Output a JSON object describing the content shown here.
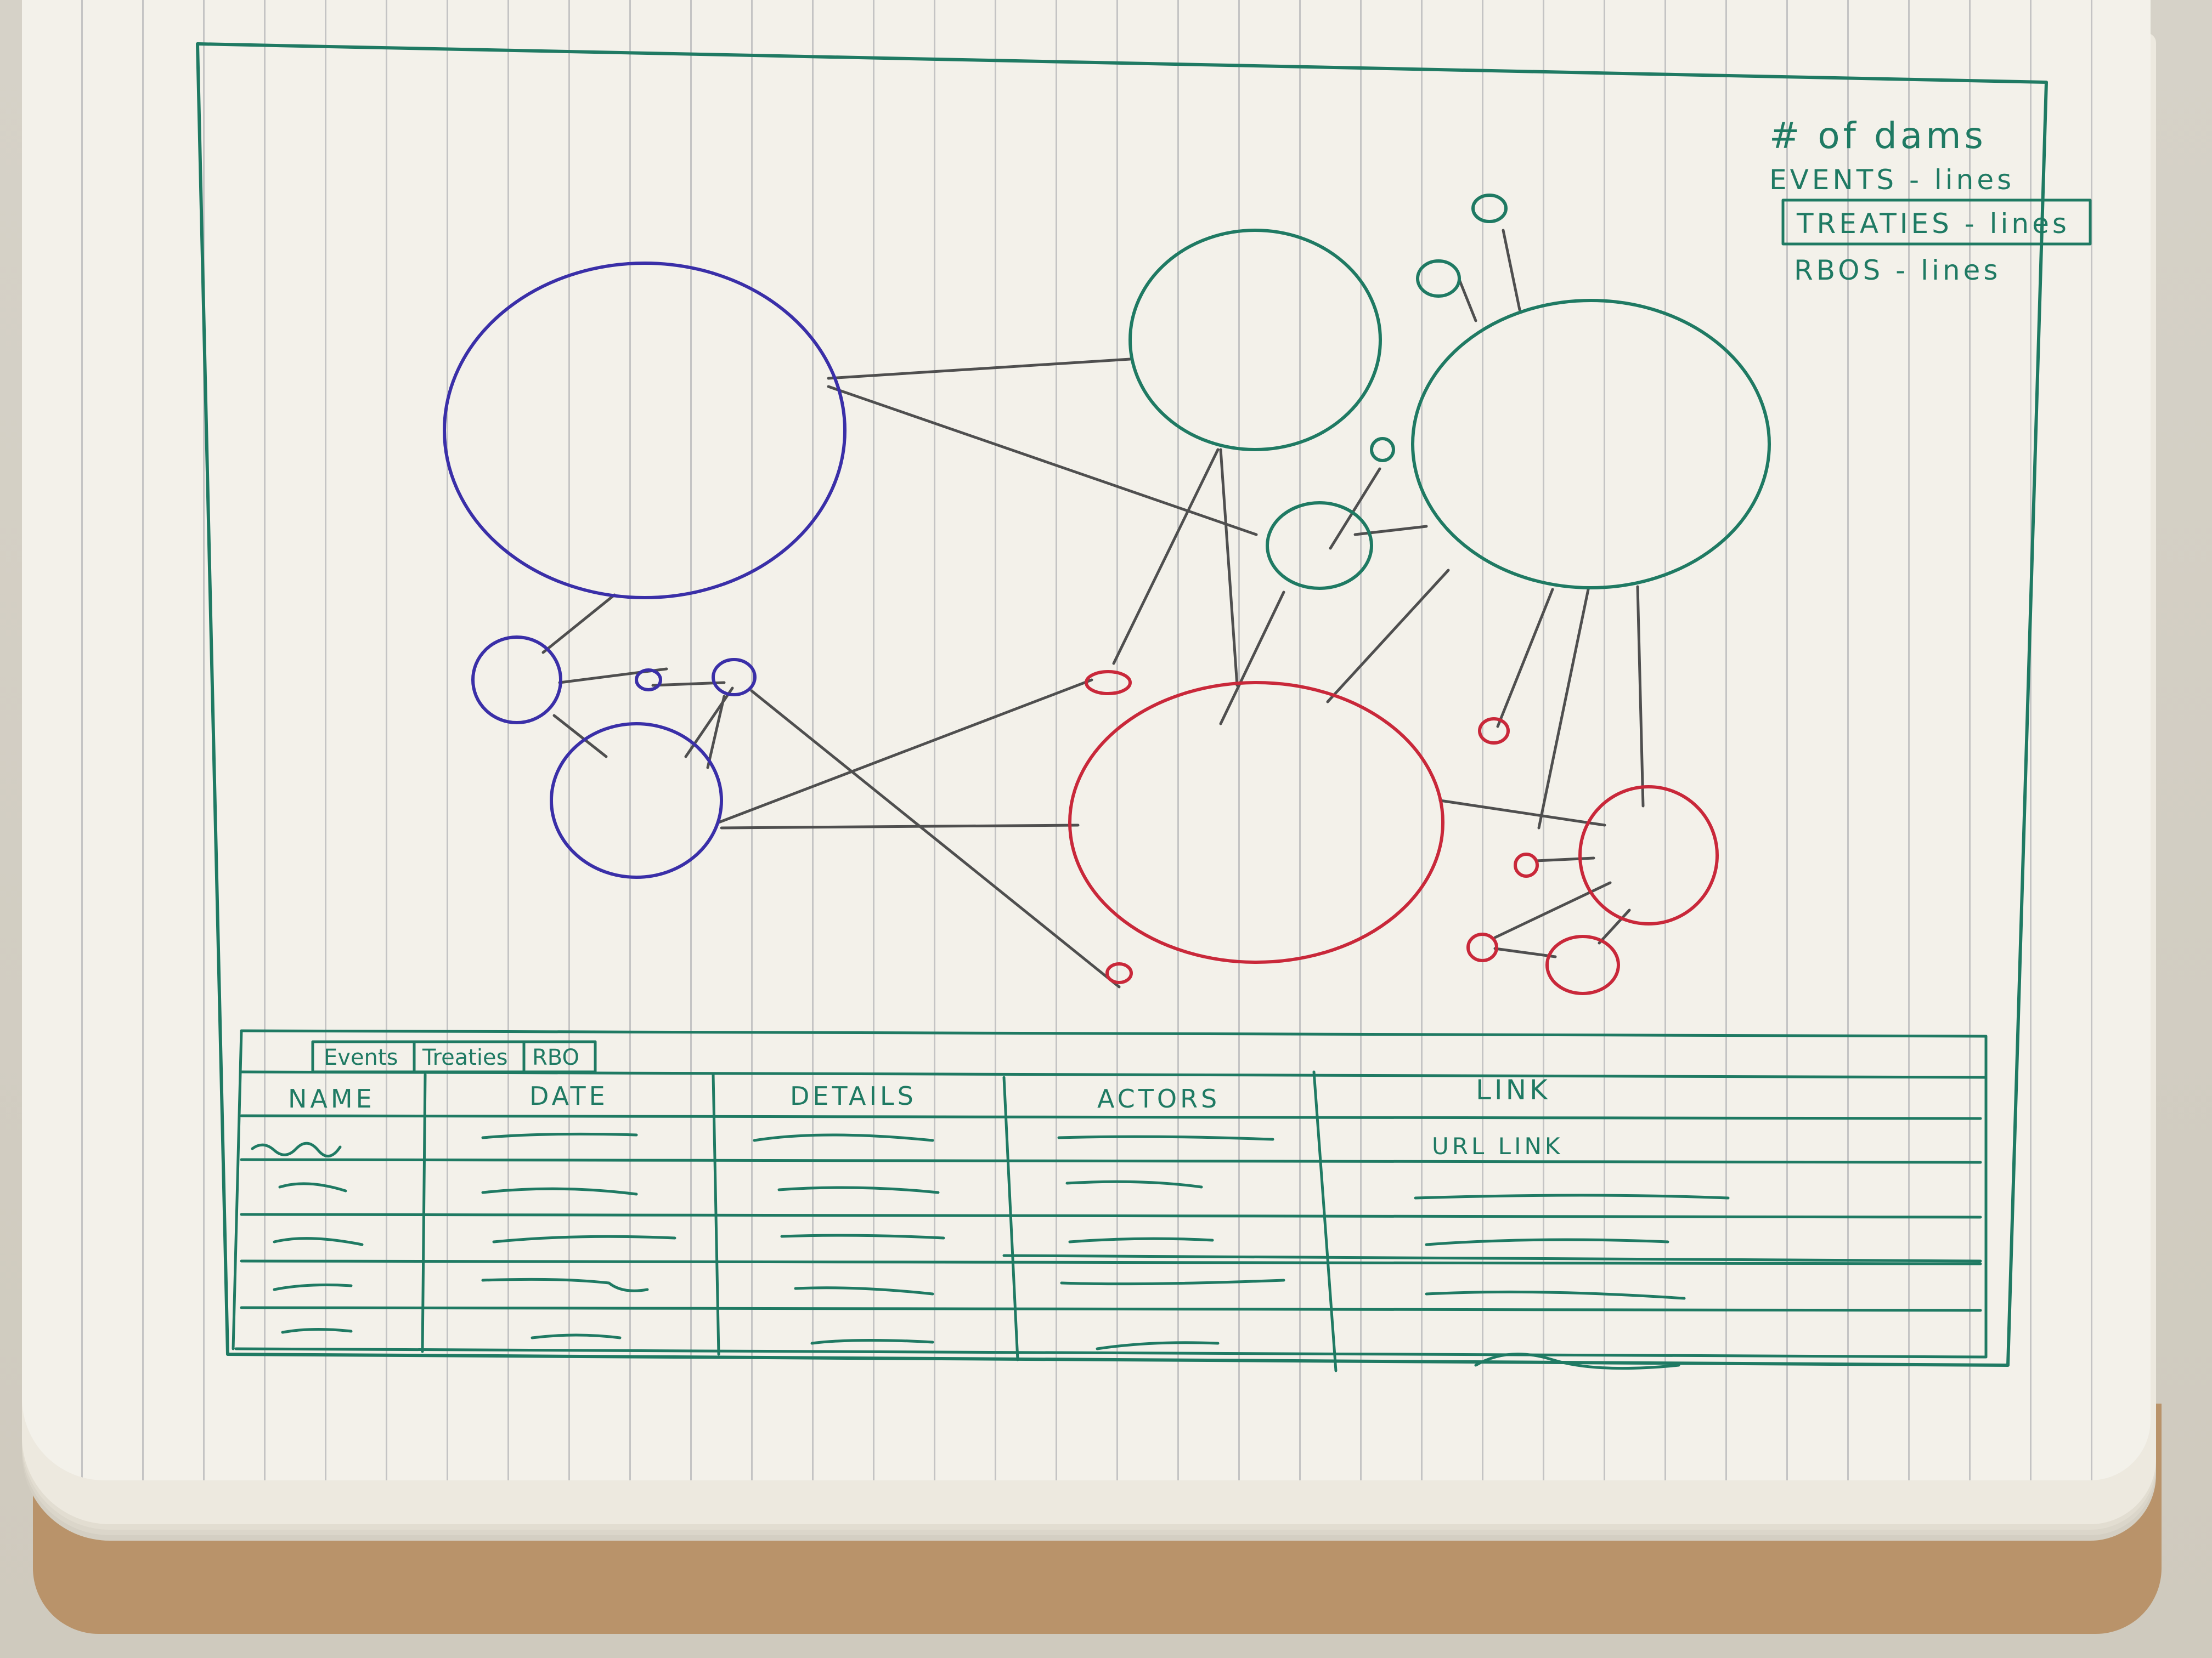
{
  "legend": {
    "title": "# of dams",
    "items": [
      "EVENTS - lines",
      "TREATIES - lines",
      "RBOS - lines"
    ]
  },
  "panel": {
    "tabs": [
      "Events",
      "Treaties",
      "RBO"
    ],
    "columns": [
      "NAME",
      "DATE",
      "DETAILS",
      "ACTORS",
      "LINK"
    ],
    "link_cell": "URL LINK"
  },
  "colors": {
    "green_pen": "#1f7a63",
    "blue_pen": "#3a2fa8",
    "red_pen": "#c9283a",
    "pencil": "#4f4f4f",
    "paper": "#f3f1ea"
  }
}
